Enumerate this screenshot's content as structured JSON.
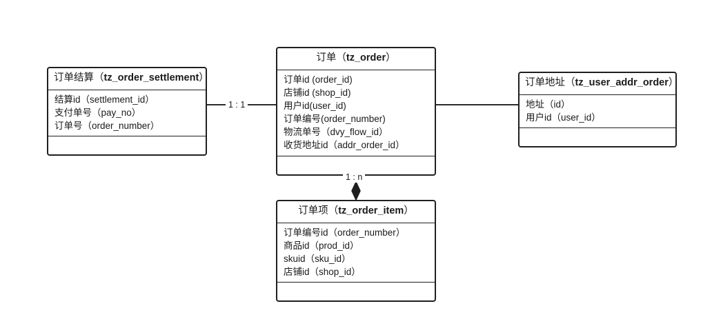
{
  "diagram": {
    "title": "order-er-diagram",
    "background": "#ffffff",
    "line_color": "#2b2b2b",
    "border_color": "#1f1f1f"
  },
  "entities": {
    "settlement": {
      "name_cn": "订单结算",
      "table": "tz_order_settlement",
      "header_open": "（",
      "header_close": "）",
      "attributes": [
        "结算id（settlement_id）",
        "支付单号（pay_no）",
        "订单号（order_number）"
      ]
    },
    "order": {
      "name_cn": "订单",
      "table": "tz_order",
      "header_open": "（",
      "header_close": "）",
      "attributes": [
        "订单id (order_id)",
        "店铺id (shop_id)",
        "用户id(user_id)",
        "订单编号(order_number)",
        "物流单号（dvy_flow_id）",
        "收货地址id（addr_order_id）"
      ]
    },
    "address": {
      "name_cn": "订单地址",
      "table": "tz_user_addr_order",
      "header_open": "（",
      "header_close": "）",
      "attributes": [
        "地址（id）",
        "用户id（user_id）"
      ]
    },
    "order_item": {
      "name_cn": "订单项",
      "table": "tz_order_item",
      "header_open": "（",
      "header_close": "）",
      "attributes": [
        "订单编号id（order_number）",
        "商品id（prod_id）",
        "skuid（sku_id）",
        "店铺id（shop_id）"
      ]
    }
  },
  "relationships": {
    "settlement_order": {
      "label": "1 : 1"
    },
    "order_address": {
      "label": ""
    },
    "order_item": {
      "label": "1 : n"
    }
  }
}
